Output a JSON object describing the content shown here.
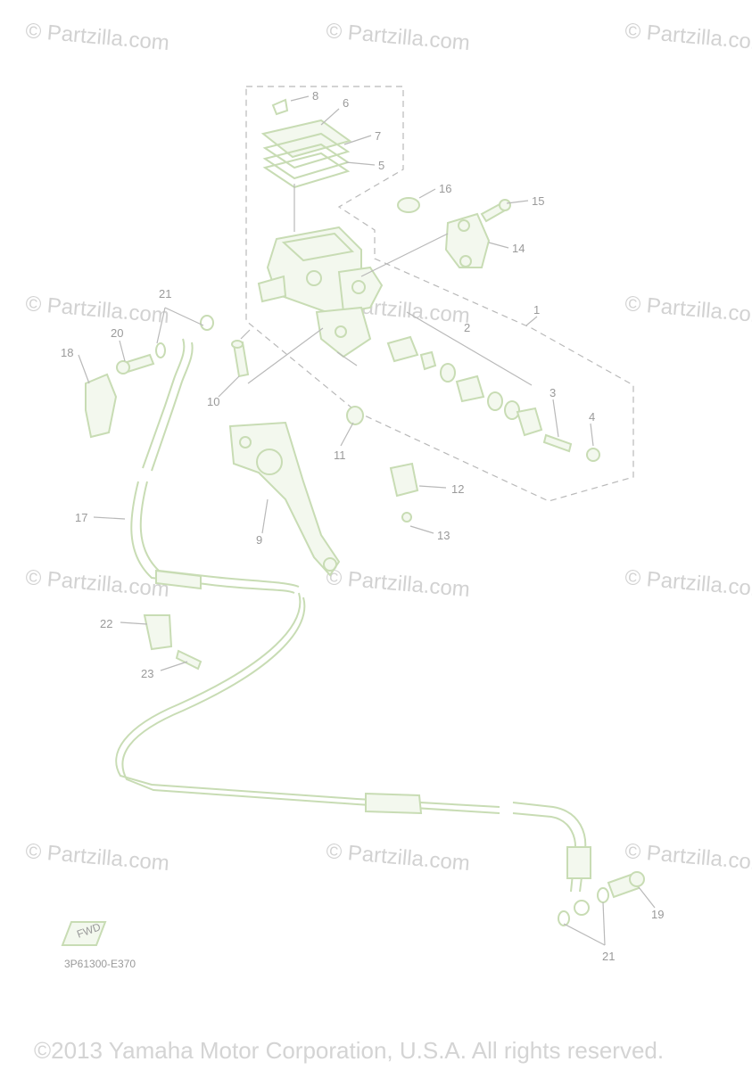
{
  "watermark": "© Partzilla.com",
  "diagram_code": "3P61300-E370",
  "fwd_label": "FWD",
  "copyright": "©2013 Yamaha Motor Corporation, U.S.A. All rights reserved.",
  "callouts": [
    {
      "id": "8",
      "label": "8"
    },
    {
      "id": "6",
      "label": "6"
    },
    {
      "id": "7",
      "label": "7"
    },
    {
      "id": "5",
      "label": "5"
    },
    {
      "id": "16",
      "label": "16"
    },
    {
      "id": "15",
      "label": "15"
    },
    {
      "id": "14",
      "label": "14"
    },
    {
      "id": "1",
      "label": "1"
    },
    {
      "id": "2",
      "label": "2"
    },
    {
      "id": "21a",
      "label": "21"
    },
    {
      "id": "20",
      "label": "20"
    },
    {
      "id": "18",
      "label": "18"
    },
    {
      "id": "10",
      "label": "10"
    },
    {
      "id": "3",
      "label": "3"
    },
    {
      "id": "4",
      "label": "4"
    },
    {
      "id": "11",
      "label": "11"
    },
    {
      "id": "12",
      "label": "12"
    },
    {
      "id": "13",
      "label": "13"
    },
    {
      "id": "9",
      "label": "9"
    },
    {
      "id": "17",
      "label": "17"
    },
    {
      "id": "22",
      "label": "22"
    },
    {
      "id": "23",
      "label": "23"
    },
    {
      "id": "19",
      "label": "19"
    },
    {
      "id": "21b",
      "label": "21"
    }
  ]
}
